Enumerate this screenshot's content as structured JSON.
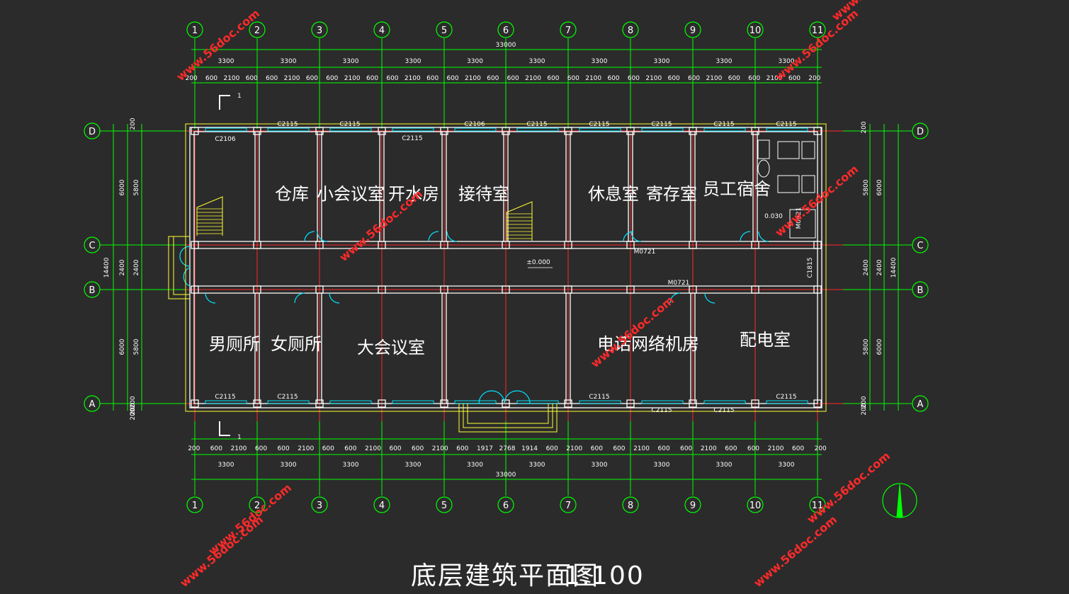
{
  "title": "底层建筑平面图1:100",
  "title_main": "底层建筑平面图",
  "title_scale": "1:100",
  "axes_columns": [
    "1",
    "2",
    "3",
    "4",
    "5",
    "6",
    "7",
    "8",
    "9",
    "10",
    "11"
  ],
  "axes_rows": [
    "D",
    "C",
    "B",
    "A"
  ],
  "dims_total": "33000",
  "dims_bay": "3300",
  "dims_top_detail": [
    "200",
    "600",
    "2100",
    "600",
    "600",
    "2100",
    "600",
    "600",
    "2100",
    "600",
    "600",
    "2100",
    "600",
    "600",
    "2100",
    "600",
    "600",
    "2100",
    "600",
    "600",
    "2100",
    "600",
    "600",
    "2100",
    "600",
    "600",
    "2100",
    "600",
    "600",
    "2100",
    "600",
    "200"
  ],
  "dims_bottom_detail": [
    "200",
    "600",
    "2100",
    "600",
    "600",
    "2100",
    "600",
    "600",
    "2100",
    "600",
    "600",
    "2100",
    "600",
    "1917",
    "2768",
    "1914",
    "600",
    "2100",
    "600",
    "600",
    "2100",
    "600",
    "600",
    "2100",
    "600",
    "600",
    "2100",
    "600",
    "200"
  ],
  "dims_left": [
    "200",
    "6000",
    "5800",
    "2400",
    "2400",
    "14400",
    "6000",
    "5800",
    "200",
    "200",
    "200"
  ],
  "dims_right": [
    "200",
    "5800",
    "6000",
    "2400",
    "2400",
    "14400",
    "5800",
    "6000",
    "200",
    "200"
  ],
  "windows_top": [
    "C2106",
    "C2115",
    "C2115",
    "C2115",
    "C2106",
    "C2115",
    "C2115",
    "C2115",
    "C2115",
    "C2115"
  ],
  "windows_bottom": [
    "C2115",
    "C2115",
    "C2115",
    "C2115",
    "C2115",
    "C2115"
  ],
  "window_c1815": "C1815",
  "doors": [
    "M0721",
    "M0721",
    "M0921"
  ],
  "elevation": "±0.000",
  "level_0030": "0.030",
  "section_mark": "1",
  "rooms_top": [
    "仓库",
    "小会议室",
    "开水房",
    "接待室",
    "休息室",
    "寄存室",
    "员工宿舍"
  ],
  "rooms_bottom": [
    "男厕所",
    "女厕所",
    "大会议室",
    "电话网络机房",
    "配电室"
  ],
  "watermark": "www.56doc.com",
  "colors": {
    "background": "#2b2b2b",
    "grid_green": "#00ff00",
    "axis_red": "#ff2a2a",
    "wall_white": "#ffffff",
    "yellow": "#ffff33",
    "cyan": "#00e5ff",
    "watermark": "#ff2a2a"
  }
}
